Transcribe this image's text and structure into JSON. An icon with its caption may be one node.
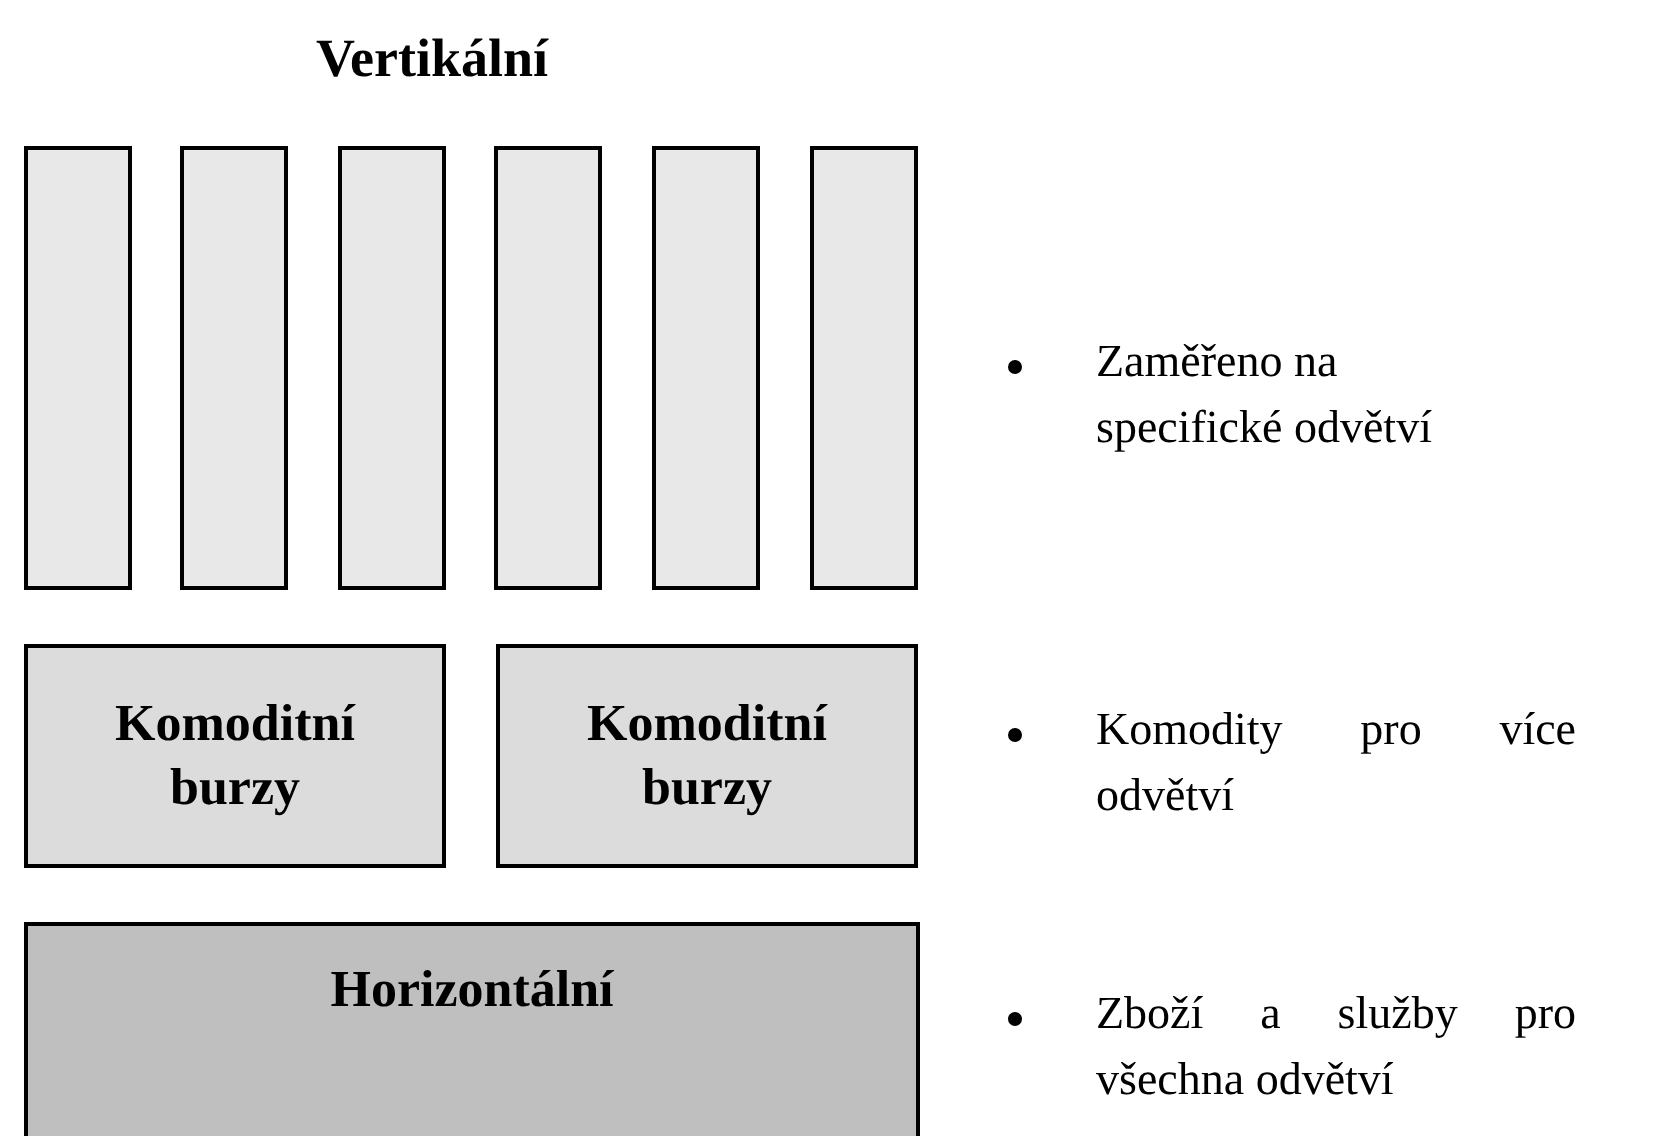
{
  "diagram": {
    "title": "Vertikální",
    "nodes": [
      {
        "text": [],
        "shape": "bar"
      },
      {
        "text": [],
        "shape": "bar"
      },
      {
        "text": [],
        "shape": "bar"
      },
      {
        "text": [],
        "shape": "bar"
      },
      {
        "text": [],
        "shape": "bar"
      },
      {
        "text": [],
        "shape": "bar"
      },
      {
        "text": [
          "Komoditní burzy"
        ]
      },
      {
        "text": [
          "Komoditní burzy"
        ]
      },
      {
        "text": [
          "Horizontální"
        ]
      }
    ],
    "labels": [
      "Zaměřeno na specifické odvětví",
      "Komodity pro více odvětví",
      "Zboží a služby pro všechna odvětví"
    ]
  }
}
